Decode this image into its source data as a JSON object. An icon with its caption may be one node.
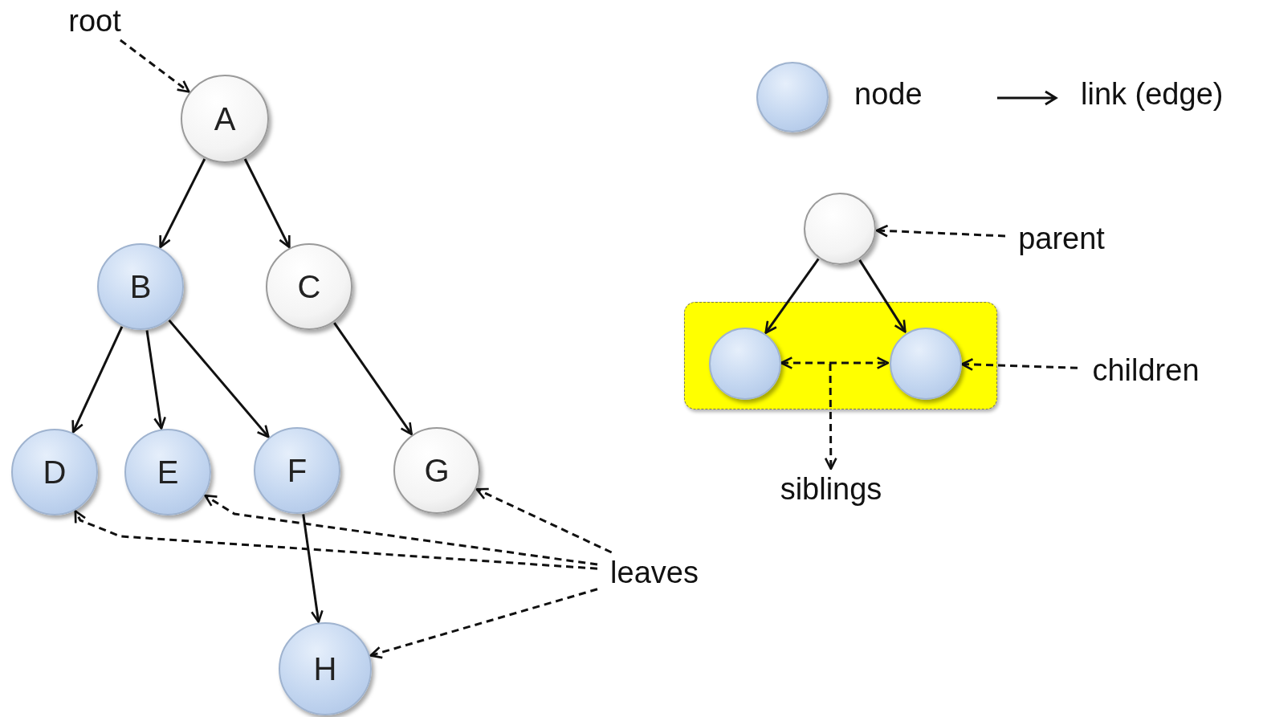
{
  "diagram": {
    "nodes": [
      {
        "text": [
          "root"
        ]
      },
      {
        "text": [
          "A"
        ]
      },
      {
        "text": [
          "B"
        ]
      },
      {
        "text": [
          "C"
        ]
      },
      {
        "text": [
          "D"
        ]
      },
      {
        "text": [
          "E"
        ]
      },
      {
        "text": [
          "F"
        ]
      },
      {
        "text": [
          "G"
        ]
      },
      {
        "text": [
          "H"
        ]
      },
      {
        "text": [
          "leaves"
        ]
      },
      {
        "text": [],
        "shape": "circle"
      },
      {
        "text": [],
        "shape": "box"
      },
      {
        "text": [],
        "shape": "circle",
        "in": 11
      },
      {
        "text": [],
        "shape": "circle",
        "in": 11
      },
      {
        "text": [
          "parent"
        ]
      },
      {
        "text": [
          "children"
        ]
      },
      {
        "text": [
          "siblings"
        ]
      }
    ],
    "edges": [
      {
        "from": 0,
        "to": 1,
        "arrow": "to",
        "style": "dashed"
      },
      {
        "from": 1,
        "to": 2,
        "arrow": "to"
      },
      {
        "from": 1,
        "to": 3,
        "arrow": "to"
      },
      {
        "from": 2,
        "to": 4,
        "arrow": "to"
      },
      {
        "from": 2,
        "to": 5,
        "arrow": "to"
      },
      {
        "from": 2,
        "to": 6,
        "arrow": "to"
      },
      {
        "from": 3,
        "to": 7,
        "arrow": "to"
      },
      {
        "from": 6,
        "to": 8,
        "arrow": "to"
      },
      {
        "from": 9,
        "to": 4,
        "arrow": "to",
        "style": "dashed"
      },
      {
        "from": 9,
        "to": 5,
        "arrow": "to",
        "style": "dashed"
      },
      {
        "from": 9,
        "to": 7,
        "arrow": "to",
        "style": "dashed"
      },
      {
        "from": 9,
        "to": 8,
        "arrow": "to",
        "style": "dashed"
      },
      {
        "from": 14,
        "to": 10,
        "arrow": "to",
        "style": "dashed"
      },
      {
        "from": 10,
        "to": 12,
        "arrow": "to"
      },
      {
        "from": 10,
        "to": 13,
        "arrow": "to"
      },
      {
        "from": 12,
        "to": 13,
        "arrow": "both",
        "style": "dashed"
      },
      {
        "from": null,
        "to": 16,
        "arrow": "to",
        "style": "dashed"
      },
      {
        "from": 15,
        "to": 13,
        "arrow": "to",
        "style": "dashed"
      }
    ],
    "legend": [
      {
        "text": "node"
      },
      {
        "text": "link (edge)"
      }
    ]
  }
}
